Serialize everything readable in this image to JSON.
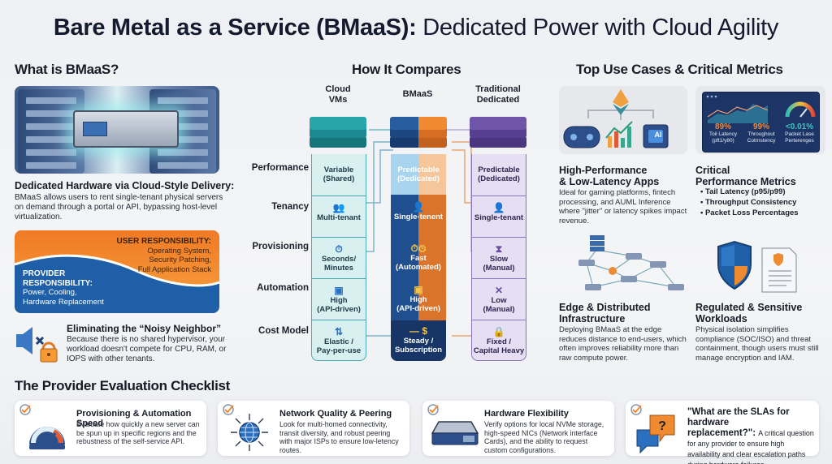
{
  "header": {
    "title_strong": "Bare Metal as a Service (BMaaS):",
    "title_light": "Dedicated Power with Cloud Agility"
  },
  "what_is": {
    "section_title": "What is BMaaS?",
    "hero_icon": "server-rack-illustration",
    "desc_title": "Dedicated Hardware via Cloud-Style Delivery:",
    "desc_text": "BMaaS allows users to rent single-tenant physical servers on demand through a portal or API, bypassing host-level virtualization.",
    "responsibility": {
      "user_title": "USER RESPONSIBILITY:",
      "user_lines": [
        "Operating System,",
        "Security Patching,",
        "Full Application Stack"
      ],
      "provider_title_1": "PROVIDER",
      "provider_title_2": "RESPONSIBILITY:",
      "provider_lines": [
        "Power, Cooling,",
        "Hardware Replacement"
      ],
      "user_color": "#f39030",
      "provider_color": "#1f5fa8"
    },
    "noisy": {
      "icon": "muted-speaker-lock-icon",
      "title": "Eliminating the “Noisy Neighbor”",
      "text": "Because there is no shared hypervisor, your workload doesn't compete for CPU, RAM, or IOPS with other tenants."
    }
  },
  "compare": {
    "section_title": "How It Compares",
    "columns": [
      {
        "head_1": "Cloud",
        "head_2": "VMs",
        "color": "#1f9aa0"
      },
      {
        "head_1": "",
        "head_2": "BMaaS",
        "color": "#1f4f8f"
      },
      {
        "head_1": "Traditional",
        "head_2": "Dedicated",
        "color": "#6a4fa3"
      }
    ],
    "rows": [
      "Performance",
      "Tenancy",
      "Provisioning",
      "Automation",
      "Cost Model"
    ],
    "cells": [
      [
        {
          "l1": "Variable",
          "l2": "(Shared)",
          "icon": ""
        },
        {
          "l1": "Multi-tenant",
          "l2": "",
          "icon": "users-group-icon"
        },
        {
          "l1": "Seconds/",
          "l2": "Minutes",
          "icon": "stopwatch-icon"
        },
        {
          "l1": "High",
          "l2": "(API-driven)",
          "icon": "chip-icon"
        },
        {
          "l1": "Elastic /",
          "l2": "Pay-per-use",
          "icon": "up-down-arrows-icon"
        }
      ],
      [
        {
          "l1": "Predictable",
          "l2": "(Dedicated)",
          "icon": ""
        },
        {
          "l1": "Single-tenent",
          "l2": "",
          "icon": "single-user-icon"
        },
        {
          "l1": "Fast",
          "l2": "(Automated)",
          "icon": "stopwatch-gear-icon"
        },
        {
          "l1": "High",
          "l2": "(API-driven)",
          "icon": "chip-icon"
        },
        {
          "l1": "Steady /",
          "l2": "Subscription",
          "icon": "coin-icon"
        }
      ],
      [
        {
          "l1": "Predictable",
          "l2": "(Dedicated)",
          "icon": ""
        },
        {
          "l1": "Single-tenant",
          "l2": "",
          "icon": "single-user-icon"
        },
        {
          "l1": "Slow",
          "l2": "(Manual)",
          "icon": "hourglass-icon"
        },
        {
          "l1": "Low",
          "l2": "(Manual)",
          "icon": "tools-icon"
        },
        {
          "l1": "Fixed /",
          "l2": "Capital Heavy",
          "icon": "lock-coins-icon"
        }
      ]
    ]
  },
  "use_cases": {
    "section_title": "Top Use Cases & Critical Metrics",
    "hp": {
      "title_1": "High-Performance",
      "title_2": "& Low-Latency Apps",
      "text": "Ideal for gaming platforms, fintech processing, and AUML Inference where \"jitter\" or latency spikes impact revenue.",
      "ai_label": "AI"
    },
    "metrics": {
      "title_1": "Critical",
      "title_2": "Performance Metrics",
      "panel": [
        {
          "value": "89%",
          "label_1": "Toil Latency",
          "label_2": "(pft1/y80)",
          "color": "#f08a3a"
        },
        {
          "value": "99%",
          "label_1": "Throughout",
          "label_2": "Cotrnstency",
          "color": "#f08a3a"
        },
        {
          "value": "<0.01%",
          "label_1": "Packet Lase",
          "label_2": "Perterenges",
          "color": "#3fc6c0"
        }
      ],
      "bullets": [
        "Tail Latency (p95/p99)",
        "Throughput Consistency",
        "Packet Loss Percentages"
      ]
    },
    "edge": {
      "title_1": "Edge & Distributed",
      "title_2": "Infrastructure",
      "text": "Deploying BMaaS at the edge reduces distance to end-users, which often improves reliability more than raw compute power."
    },
    "regulated": {
      "title_1": "Regulated & Sensitive",
      "title_2": "Workloads",
      "text": "Physical isolation simplifies compliance (SOC/ISO) and threat containment, though users must still manage encryption and IAM."
    }
  },
  "checklist": {
    "section_title": "The Provider Evaluation Checklist",
    "items": [
      {
        "title": "Provisioning & Automation Speed",
        "text": "Evaluate how quickly a new server can be spun up in specific regions and the rebustness of the self-service API.",
        "icon": "speedometer-icon"
      },
      {
        "title": "Network Quality & Peering",
        "text": "Look for multi-homed connectivity, transit diversity, and robust peering with major ISPs to ensure low-letency routes.",
        "icon": "globe-network-icon"
      },
      {
        "title": "Hardware Flexibility",
        "text": "Verify options for local NVMe storage, high-speed NICs (Network interface Cards), and the ability to request custom configurations.",
        "icon": "server-unit-icon"
      },
      {
        "title": "\"What are the SLAs for hardware",
        "title_2": "replacement?\":",
        "text": "A critical question for any provider to ensure high availability and clear escalation paths during hardware failures.",
        "icon": "question-chat-icon"
      }
    ]
  }
}
